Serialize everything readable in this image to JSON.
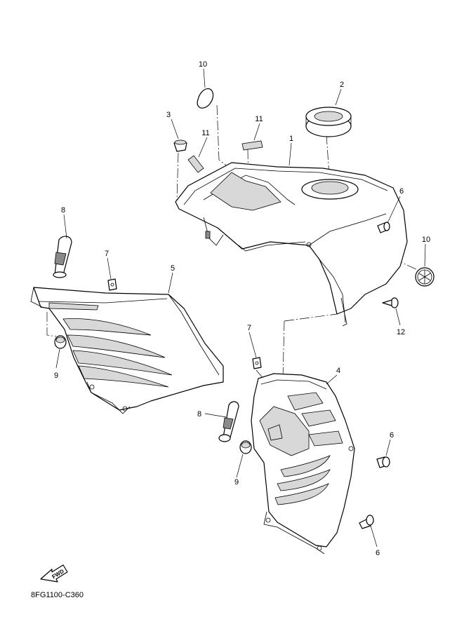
{
  "callouts": {
    "c1": "1",
    "c2": "2",
    "c3": "3",
    "c4": "4",
    "c5": "5",
    "c6a": "6",
    "c6b": "6",
    "c6c": "6",
    "c7a": "7",
    "c7b": "7",
    "c8a": "8",
    "c8b": "8",
    "c9a": "9",
    "c9b": "9",
    "c10a": "10",
    "c10b": "10",
    "c11a": "11",
    "c11b": "11",
    "c12": "12"
  },
  "fwd_label": "FWD",
  "diagram_code": "8FG1100-C360"
}
